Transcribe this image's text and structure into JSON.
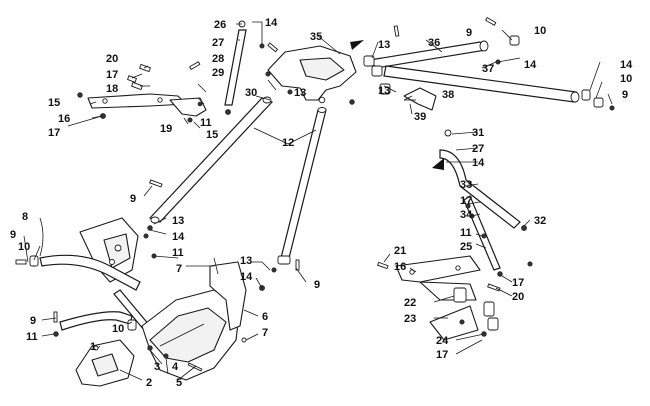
{
  "diagram": {
    "callouts": {
      "c1": "1",
      "c2": "2",
      "c3": "3",
      "c4": "4",
      "c5": "5",
      "c6": "6",
      "c7a": "7",
      "c7b": "7",
      "c8": "8",
      "c9a": "9",
      "c9b": "9",
      "c9c": "9",
      "c9d": "9",
      "c9e": "9",
      "c9f": "9",
      "c10a": "10",
      "c10b": "10",
      "c10c": "10",
      "c10d": "10",
      "c11a": "11",
      "c11b": "11",
      "c11c": "11",
      "c11d": "11",
      "c12": "12",
      "c13a": "13",
      "c13b": "13",
      "c13c": "13",
      "c13d": "13",
      "c13e": "13",
      "c14a": "14",
      "c14b": "14",
      "c14c": "14",
      "c14d": "14",
      "c14e": "14",
      "c14f": "14",
      "c15a": "15",
      "c15b": "15",
      "c16a": "16",
      "c16b": "16",
      "c17a": "17",
      "c17b": "17",
      "c17c": "17",
      "c17d": "17",
      "c17e": "17",
      "c18": "18",
      "c19": "19",
      "c20a": "20",
      "c20b": "20",
      "c21": "21",
      "c22": "22",
      "c23": "23",
      "c24": "24",
      "c25": "25",
      "c26": "26",
      "c27a": "27",
      "c27b": "27",
      "c28": "28",
      "c29": "29",
      "c30": "30",
      "c31": "31",
      "c32": "32",
      "c33": "33",
      "c34": "34",
      "c35": "35",
      "c36": "36",
      "c37": "37",
      "c38": "38",
      "c39": "39"
    }
  }
}
